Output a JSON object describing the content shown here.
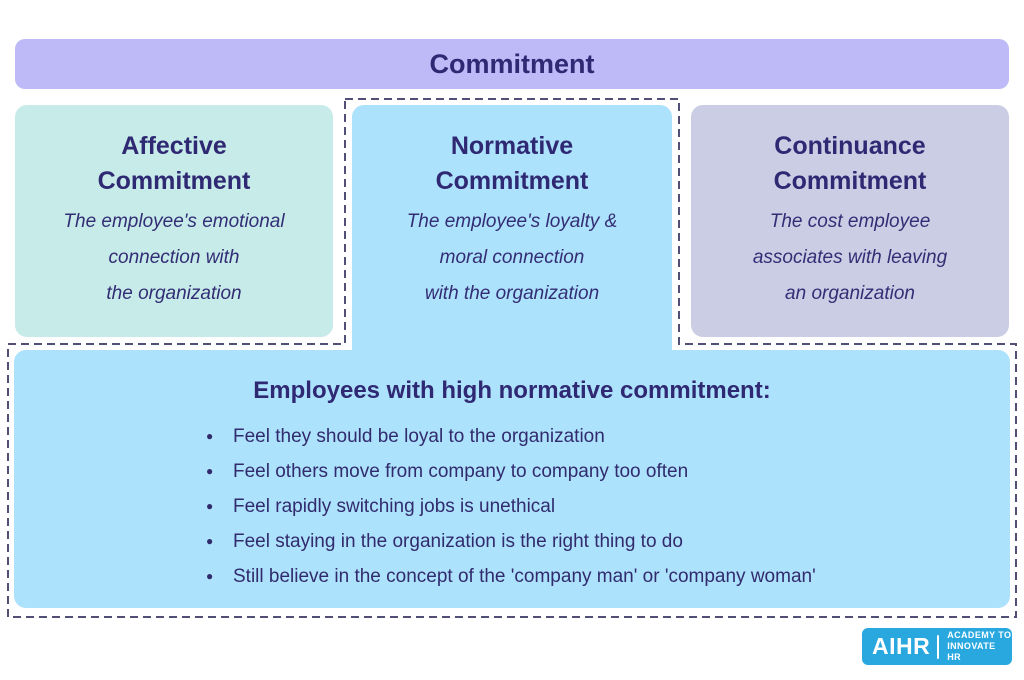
{
  "colors": {
    "background": "#ffffff",
    "banner_bg": "#bdbaf7",
    "affective_bg": "#c6ebe8",
    "normative_bg": "#ade2fc",
    "continuance_bg": "#cacde4",
    "detail_bg": "#ade2fc",
    "heading_text": "#2f2873",
    "body_text": "#332d75",
    "dashed_outline": "#524f77",
    "logo_bg": "#29a8e0",
    "logo_text": "#ffffff"
  },
  "header": {
    "title": "Commitment"
  },
  "commitment_types": [
    {
      "title_lines": [
        "Affective",
        "Commitment"
      ],
      "description_lines": [
        "The employee's emotional",
        "connection with",
        "the organization"
      ]
    },
    {
      "title_lines": [
        "Normative",
        "Commitment"
      ],
      "description_lines": [
        "The employee's loyalty &",
        "moral connection",
        "with the organization"
      ]
    },
    {
      "title_lines": [
        "Continuance",
        "Commitment"
      ],
      "description_lines": [
        "The cost employee",
        "associates with leaving",
        "an organization"
      ]
    }
  ],
  "detail_panel": {
    "heading": "Employees with high normative commitment:",
    "bullet_glyph": "●",
    "bullets": [
      "Feel they should be loyal to the organization",
      "Feel others move from company to company too often",
      "Feel rapidly switching jobs is unethical",
      "Feel staying in the organization is the right thing to do",
      "Still believe in the concept of the 'company man' or 'company woman'"
    ]
  },
  "logo": {
    "brand": "AIHR",
    "tagline_lines": [
      "ACADEMY TO",
      "INNOVATE HR"
    ]
  }
}
